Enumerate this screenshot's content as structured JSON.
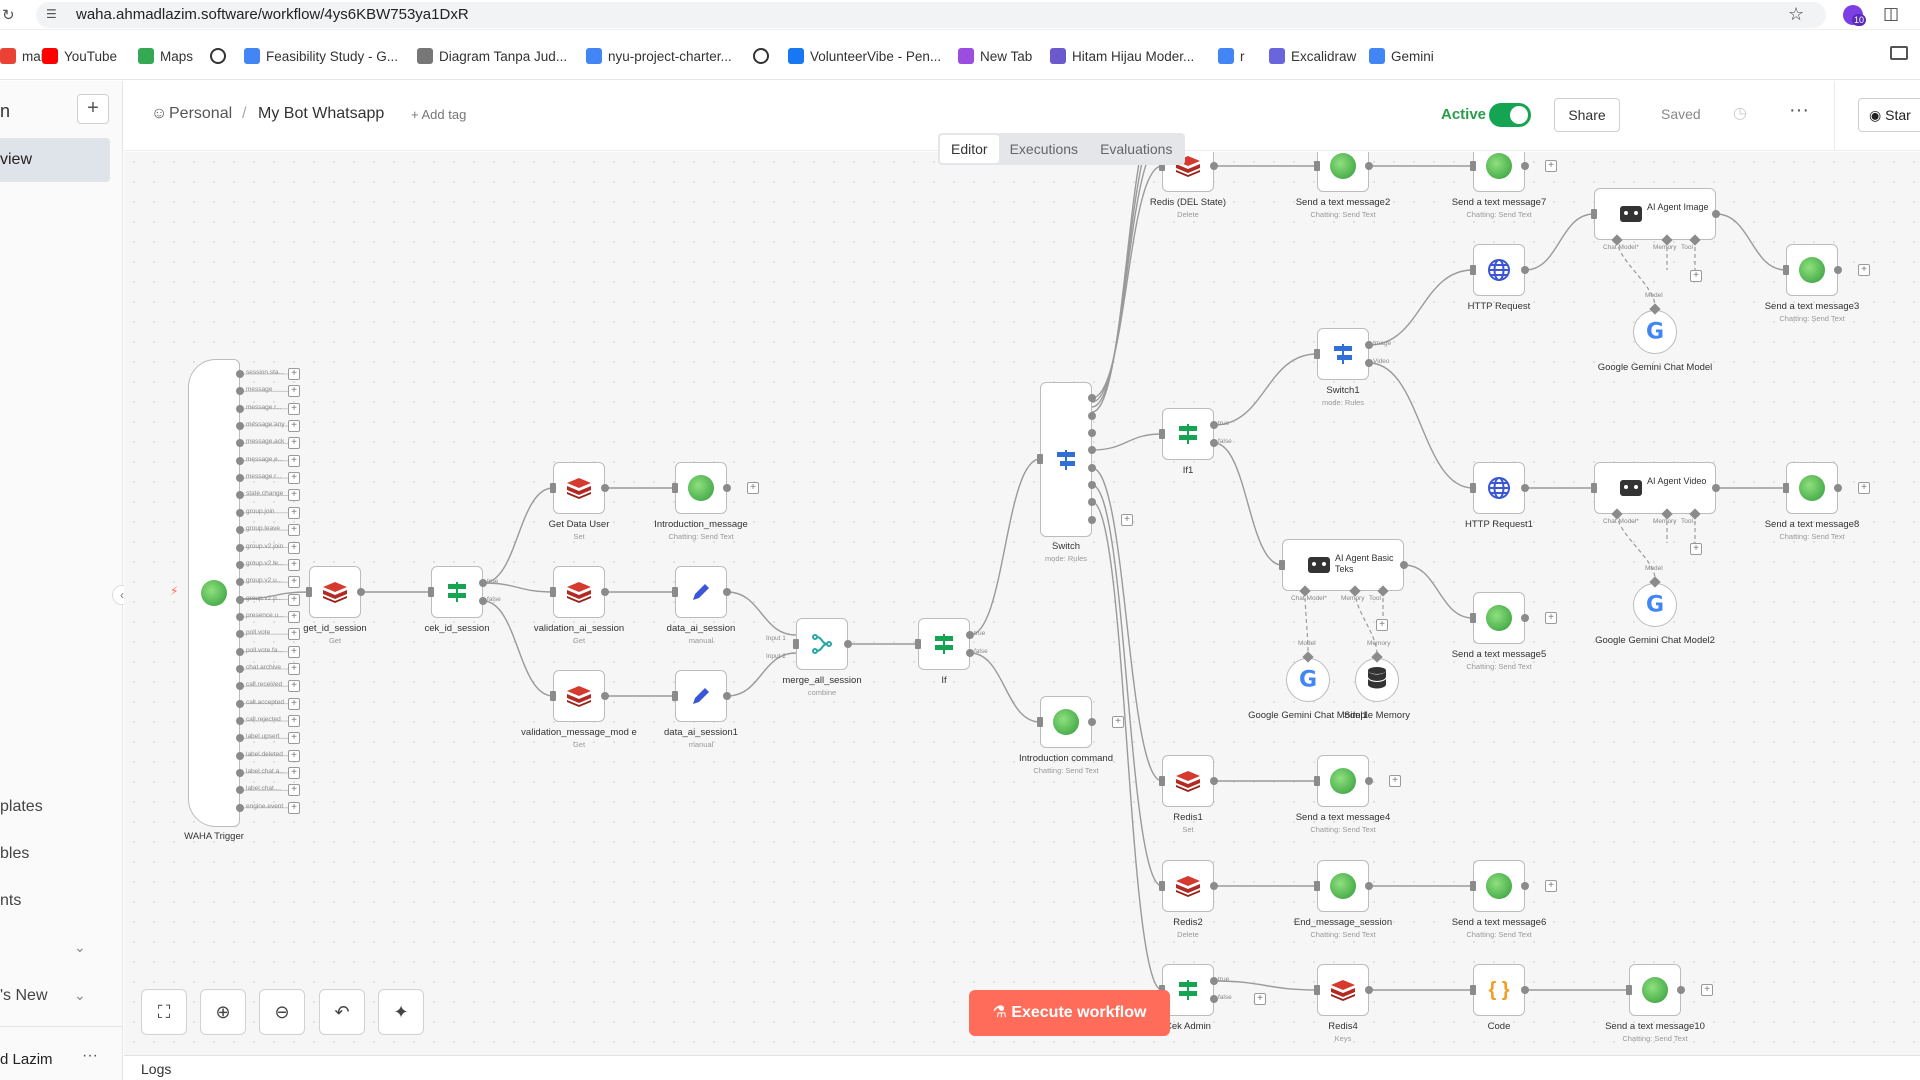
{
  "browser": {
    "url": "waha.ahmadlazim.software/workflow/4ys6KBW753ya1DxR",
    "extension_badge": "10",
    "bookmarks": [
      {
        "label": "mail",
        "icon": "gmail-icon",
        "color": "#ea4335"
      },
      {
        "label": "YouTube",
        "icon": "youtube-icon",
        "color": "#ff0000"
      },
      {
        "label": "Maps",
        "icon": "maps-icon",
        "color": "#34a853"
      },
      {
        "label": "",
        "icon": "globe-icon",
        "color": "#333333"
      },
      {
        "label": "Feasibility Study - G...",
        "icon": "docs-icon",
        "color": "#4285f4"
      },
      {
        "label": "Diagram Tanpa Jud...",
        "icon": "drawio-icon",
        "color": "#777777"
      },
      {
        "label": "nyu-project-charter...",
        "icon": "docs-icon",
        "color": "#4285f4"
      },
      {
        "label": "",
        "icon": "globe-icon",
        "color": "#333333"
      },
      {
        "label": "VolunteerVibe - Pen...",
        "icon": "facebook-icon",
        "color": "#1877f2"
      },
      {
        "label": "New Tab",
        "icon": "newtab-icon",
        "color": "#9b4de0"
      },
      {
        "label": "Hitam Hijau Moder...",
        "icon": "canva-icon",
        "color": "#6a5acd"
      },
      {
        "label": "r",
        "icon": "docs-icon",
        "color": "#4285f4"
      },
      {
        "label": "Excalidraw",
        "icon": "excalidraw-icon",
        "color": "#6965db"
      },
      {
        "label": "Gemini",
        "icon": "gemini-icon",
        "color": "#4285f4"
      }
    ]
  },
  "sidebar": {
    "brand": "n",
    "overview": "view",
    "templates": "plates",
    "variables": "bles",
    "insights": "nts",
    "whats_new": "'s New",
    "user": "d Lazim",
    "user_more": "···"
  },
  "header": {
    "breadcrumb_project": "Personal",
    "breadcrumb_sep": "/",
    "workflow_name": "My Bot Whatsapp",
    "add_tag": "+ Add tag",
    "active_label": "Active",
    "share": "Share",
    "saved": "Saved",
    "more": "···",
    "star": "Star"
  },
  "tabs": [
    "Editor",
    "Executions",
    "Evaluations"
  ],
  "trigger": {
    "name": "WAHA Trigger",
    "outputs": [
      "session.sta...",
      "message",
      "message.r...",
      "message.any",
      "message.ack",
      "message.e...",
      "message.r...",
      "state.change",
      "group.join",
      "group.leave",
      "group.v2.join",
      "group.v2.le...",
      "group.v2.u...",
      "group.v2.p...",
      "presence.u...",
      "poll.vote",
      "poll.vote.fa...",
      "chat.archive",
      "call.received",
      "call.accepted",
      "call.rejected",
      "label.upsert",
      "label.deleted",
      "label.chat.a...",
      "label.chat....",
      "engine.event"
    ]
  },
  "nodes": {
    "get_id_session": {
      "label": "get_id_session",
      "sub": "Get"
    },
    "cek_id_session": {
      "label": "cek_id_session",
      "sub": "",
      "out_true": "true",
      "out_false": "false"
    },
    "get_data_user": {
      "label": "Get Data User",
      "sub": "Set"
    },
    "validation_ai_session": {
      "label": "validation_ai_session",
      "sub": "Get"
    },
    "validation_message_mode": {
      "label": "validation_message_mod e",
      "sub": "Get"
    },
    "introduction_message": {
      "label": "Introduction_message",
      "sub": "Chatting: Send Text"
    },
    "data_ai_session": {
      "label": "data_ai_session",
      "sub": "manual"
    },
    "data_ai_session1": {
      "label": "data_ai_session1",
      "sub": "manual"
    },
    "merge_all_session": {
      "label": "merge_all_session",
      "sub": "combine",
      "in1": "Input 1",
      "in2": "Input 2"
    },
    "if": {
      "label": "If",
      "sub": "",
      "out_true": "true",
      "out_false": "false"
    },
    "switch": {
      "label": "Switch",
      "sub": "mode: Rules"
    },
    "introduction_command": {
      "label": "Introduction command",
      "sub": "Chatting: Send Text"
    },
    "redis_del_state": {
      "label": "Redis (DEL State)",
      "sub": "Delete"
    },
    "send2": {
      "label": "Send a text message2",
      "sub": "Chatting: Send Text"
    },
    "send7": {
      "label": "Send a text message7",
      "sub": "Chatting: Send Text"
    },
    "if1": {
      "label": "If1",
      "sub": "",
      "out_true": "true",
      "out_false": "false"
    },
    "switch1": {
      "label": "Switch1",
      "sub": "mode: Rules",
      "out_image": "Image",
      "out_video": "Video"
    },
    "http_request": {
      "label": "HTTP Request",
      "sub": ""
    },
    "http_request1": {
      "label": "HTTP Request1",
      "sub": ""
    },
    "ai_agent_image": {
      "label": "AI Agent Image",
      "chat_model": "Chat Model*",
      "memory": "Memory",
      "tool": "Tool"
    },
    "ai_agent_video": {
      "label": "AI Agent Video",
      "chat_model": "Chat Model*",
      "memory": "Memory",
      "tool": "Tool"
    },
    "ai_agent_basic": {
      "label": "AI Agent Basic Teks",
      "chat_model": "Chat Model*",
      "memory": "Memory",
      "tool": "Tool"
    },
    "send3": {
      "label": "Send a text message3",
      "sub": "Chatting: Send Text"
    },
    "send8": {
      "label": "Send a text message8",
      "sub": "Chatting: Send Text"
    },
    "send5": {
      "label": "Send a text message5",
      "sub": "Chatting: Send Text"
    },
    "gemini": {
      "label": "Google Gemini Chat Model",
      "model": "Model"
    },
    "gemini2": {
      "label": "Google Gemini Chat Model2",
      "model": "Model"
    },
    "gemini1": {
      "label": "Google Gemini Chat Model1",
      "model": "Model"
    },
    "simple_memory": {
      "label": "Simple Memory",
      "memory": "Memory"
    },
    "redis1": {
      "label": "Redis1",
      "sub": "Set"
    },
    "send4": {
      "label": "Send a text message4",
      "sub": "Chatting: Send Text"
    },
    "redis2": {
      "label": "Redis2",
      "sub": "Delete"
    },
    "end_message_session": {
      "label": "End_message_session",
      "sub": "Chatting: Send Text"
    },
    "send6": {
      "label": "Send a text message6",
      "sub": "Chatting: Send Text"
    },
    "cek_admin": {
      "label": "Cek Admin",
      "sub": "",
      "out_true": "true",
      "out_false": "false"
    },
    "redis4": {
      "label": "Redis4",
      "sub": "Keys"
    },
    "code": {
      "label": "Code",
      "sub": ""
    },
    "send10": {
      "label": "Send a text message10",
      "sub": "Chatting: Send Text"
    }
  },
  "controls": {
    "fit_view": "fit-view-icon",
    "zoom_in": "zoom-in-icon",
    "zoom_out": "zoom-out-icon",
    "reset": "undo-icon",
    "tidy": "tidy-up-icon",
    "execute": "Execute workflow"
  },
  "logs": "Logs",
  "colors": {
    "accent": "#ff6d5a",
    "active": "#15a552",
    "redis": "#d63a2f",
    "waha": "#3aa645",
    "switch": "#2f6fd6",
    "if": "#15a552"
  }
}
